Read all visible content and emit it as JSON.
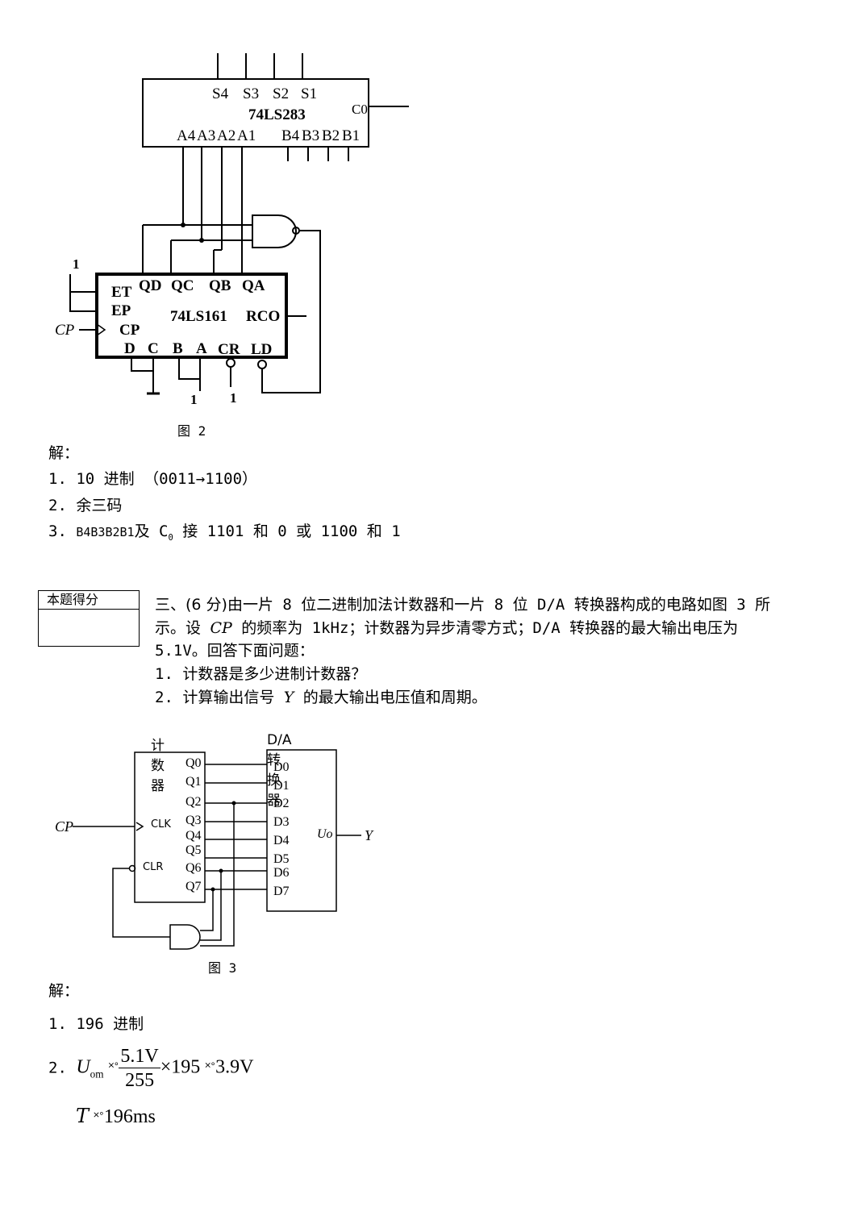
{
  "fig2": {
    "adder": {
      "name": "74LS283",
      "s_pins": [
        "S4",
        "S3",
        "S2",
        "S1"
      ],
      "a_pins": [
        "A4",
        "A3",
        "A2",
        "A1"
      ],
      "b_pins": [
        "B4",
        "B3",
        "B2",
        "B1"
      ],
      "c0": "C0"
    },
    "counter": {
      "name": "74LS161",
      "et": "ET",
      "ep": "EP",
      "cp": "CP",
      "rco": "RCO",
      "q_pins": [
        "QD",
        "QC",
        "QB",
        "QA"
      ],
      "in_pins": [
        "D",
        "C",
        "B",
        "A"
      ],
      "cr": "CR",
      "ld": "LD"
    },
    "input_cp": "CP",
    "const_one": "1",
    "caption": "图 2"
  },
  "answer1": {
    "heading": "解：",
    "line1": "1. 10 进制 （0011→1100）",
    "line2": "2. 余三码",
    "line3_prefix": "3. ",
    "line3_b": "B4B3B2B1",
    "line3_mid": "及 C",
    "line3_c0": "0",
    "line3_suffix": " 接 1101 和 0 或 1100 和 1"
  },
  "score_box": {
    "label": "本题得分"
  },
  "question3": {
    "num": "三、",
    "score": "(6 分)",
    "line1_rest": "由一片 8 位二进制加法计数器和一片 8 位 D/A 转换器构成的电路如图 3 所",
    "line2_a": "示。设 ",
    "line2_cp": "CP",
    "line2_b": " 的频率为 1kHz；计数器为异步清零方式；D/A 转换器的最大输出电压为",
    "line3": "5.1V。回答下面问题：",
    "q1": "1. 计数器是多少进制计数器？",
    "q2_a": "2. 计算输出信号 ",
    "q2_y": "Y",
    "q2_b": " 的最大输出电压值和周期。"
  },
  "fig3": {
    "counter_title": "计数器",
    "da_title": "D/A转换器",
    "clk": "CLK",
    "clr": "CLR",
    "q_pins": [
      "Q0",
      "Q1",
      "Q2",
      "Q3",
      "Q4",
      "Q5",
      "Q6",
      "Q7"
    ],
    "d_pins": [
      "D0",
      "D1",
      "D2",
      "D3",
      "D4",
      "D5",
      "D6",
      "D7"
    ],
    "uo": "Uo",
    "y": "Y",
    "cp": "CP",
    "caption": "图 3"
  },
  "answer2": {
    "heading": "解：",
    "line1": "1. 196 进制",
    "line2_prefix": "2. ",
    "uom": "U",
    "uom_sub": "om",
    "eq": "˟˚",
    "num": "5.1V",
    "den": "255",
    "times": "×195",
    "result": "3.9V",
    "t": "T",
    "t_val": "196ms"
  }
}
